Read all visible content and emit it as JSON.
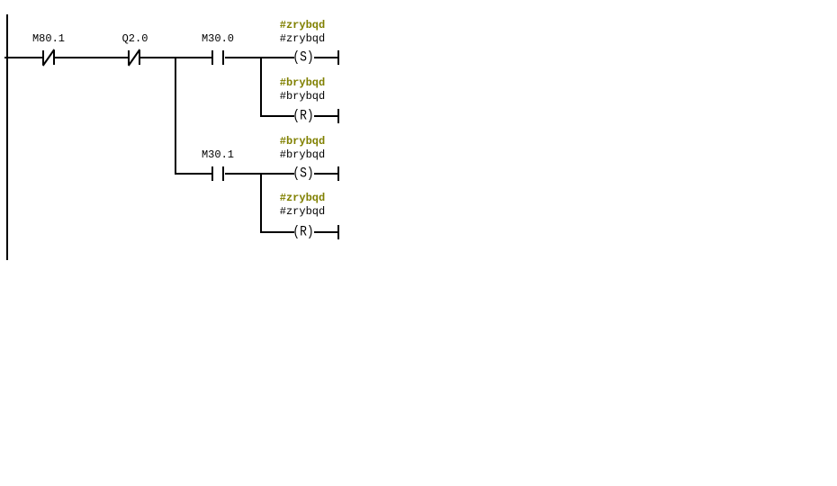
{
  "editor": {
    "view": "ladder-logic-network",
    "colors": {
      "background": "#ffffff",
      "wire": "#000000",
      "operand_text": "#000000",
      "symbol_text": "#808000"
    }
  },
  "network": {
    "contacts": [
      {
        "label": "M80.1",
        "type": "normally-closed"
      },
      {
        "label": "Q2.0",
        "type": "normally-closed"
      },
      {
        "label": "M30.0",
        "type": "normally-open"
      },
      {
        "label": "M30.1",
        "type": "normally-open"
      }
    ],
    "coils": [
      {
        "symbol": "#zrybqd",
        "operand": "#zrybqd",
        "function": "(S)"
      },
      {
        "symbol": "#brybqd",
        "operand": "#brybqd",
        "function": "(R)"
      },
      {
        "symbol": "#brybqd",
        "operand": "#brybqd",
        "function": "(S)"
      },
      {
        "symbol": "#zrybqd",
        "operand": "#zrybqd",
        "function": "(R)"
      }
    ]
  }
}
